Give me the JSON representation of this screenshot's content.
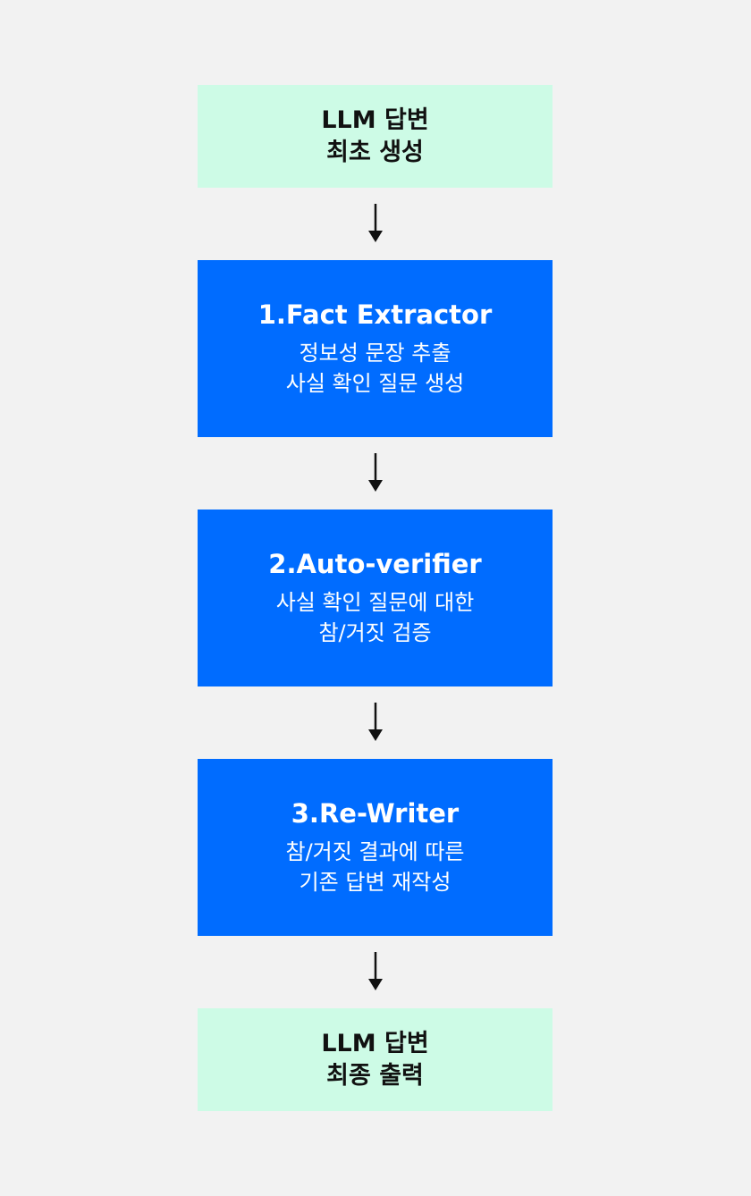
{
  "steps": {
    "start": {
      "line1": "LLM 답변",
      "line2": "최초 생성"
    },
    "fact_extractor": {
      "title": "1.Fact Extractor",
      "line1": "정보성 문장 추출",
      "line2": "사실 확인 질문 생성"
    },
    "auto_verifier": {
      "title": "2.Auto-verifier",
      "line1": "사실 확인 질문에 대한",
      "line2": "참/거짓 검증"
    },
    "re_writer": {
      "title": "3.Re-Writer",
      "line1": "참/거짓 결과에 따른",
      "line2": "기존 답변 재작성"
    },
    "end": {
      "line1": "LLM 답변",
      "line2": "최종 출력"
    }
  },
  "colors": {
    "background": "#f2f2f2",
    "terminal_box": "#cdfbe6",
    "process_box": "#006cff",
    "arrow": "#111111"
  }
}
